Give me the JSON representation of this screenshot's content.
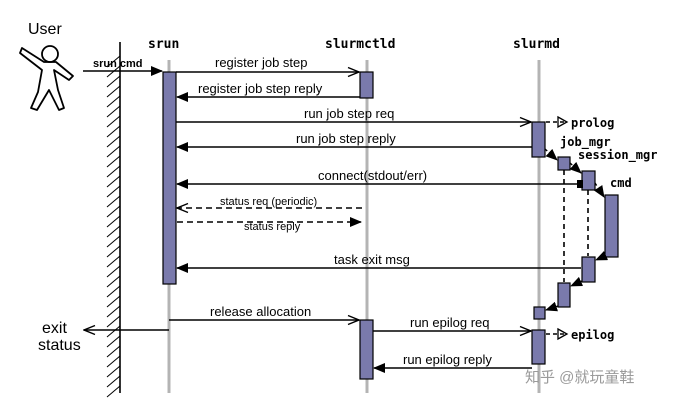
{
  "actors": {
    "user": "User",
    "srun": "srun",
    "slurmctld": "slurmctld",
    "slurmd": "slurmd",
    "job_mgr": "job_mgr",
    "session_mgr": "session_mgr",
    "cmd": "cmd"
  },
  "annotations": {
    "prolog": "prolog",
    "epilog": "epilog",
    "exit_status_line1": "exit",
    "exit_status_line2": "status"
  },
  "messages": {
    "srun_cmd": "srun cmd",
    "register_job_step": "register job step",
    "register_job_step_reply": "register job step reply",
    "run_job_step_req": "run job step req",
    "run_job_step_reply": "run job step reply",
    "connect": "connect(stdout/err)",
    "status_req": "status req (periodic)",
    "status_reply": "status reply",
    "task_exit_msg": "task exit msg",
    "release_allocation": "release allocation",
    "run_epilog_req": "run epilog req",
    "run_epilog_reply": "run epilog reply"
  },
  "watermark": "知乎 @就玩童鞋",
  "colors": {
    "activation_fill": "#7a7aac",
    "lifeline": "#b4b4b4",
    "line": "#000000",
    "watermark": "#9a9a9a"
  }
}
